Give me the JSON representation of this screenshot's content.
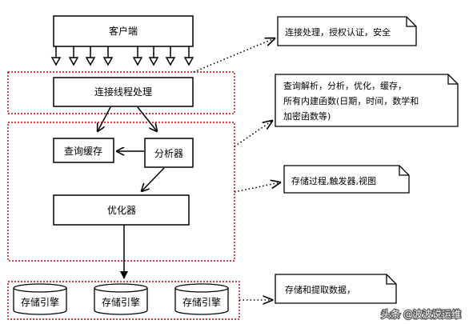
{
  "nodes": {
    "client": "客户端",
    "connection": "连接线程处理",
    "cache": "查询缓存",
    "parser": "分析器",
    "optimizer": "优化器",
    "engines": [
      "存储引擎",
      "存储引擎",
      "存储引擎"
    ]
  },
  "notes": {
    "connection": [
      "连接处理，授权认证，安全"
    ],
    "service": [
      "查询解析，分析，优化，缓存，",
      "所有内建函数(日期，时间，数学和",
      "加密函数等)"
    ],
    "executor": [
      "存储过程,触发器,视图"
    ],
    "storage": [
      "存储和提取数据，"
    ]
  },
  "watermark": "头条 @波波说运维",
  "colors": {
    "box_stroke": "#000000",
    "layer_border": "#c00000",
    "watermark_text": "#ffffff"
  }
}
